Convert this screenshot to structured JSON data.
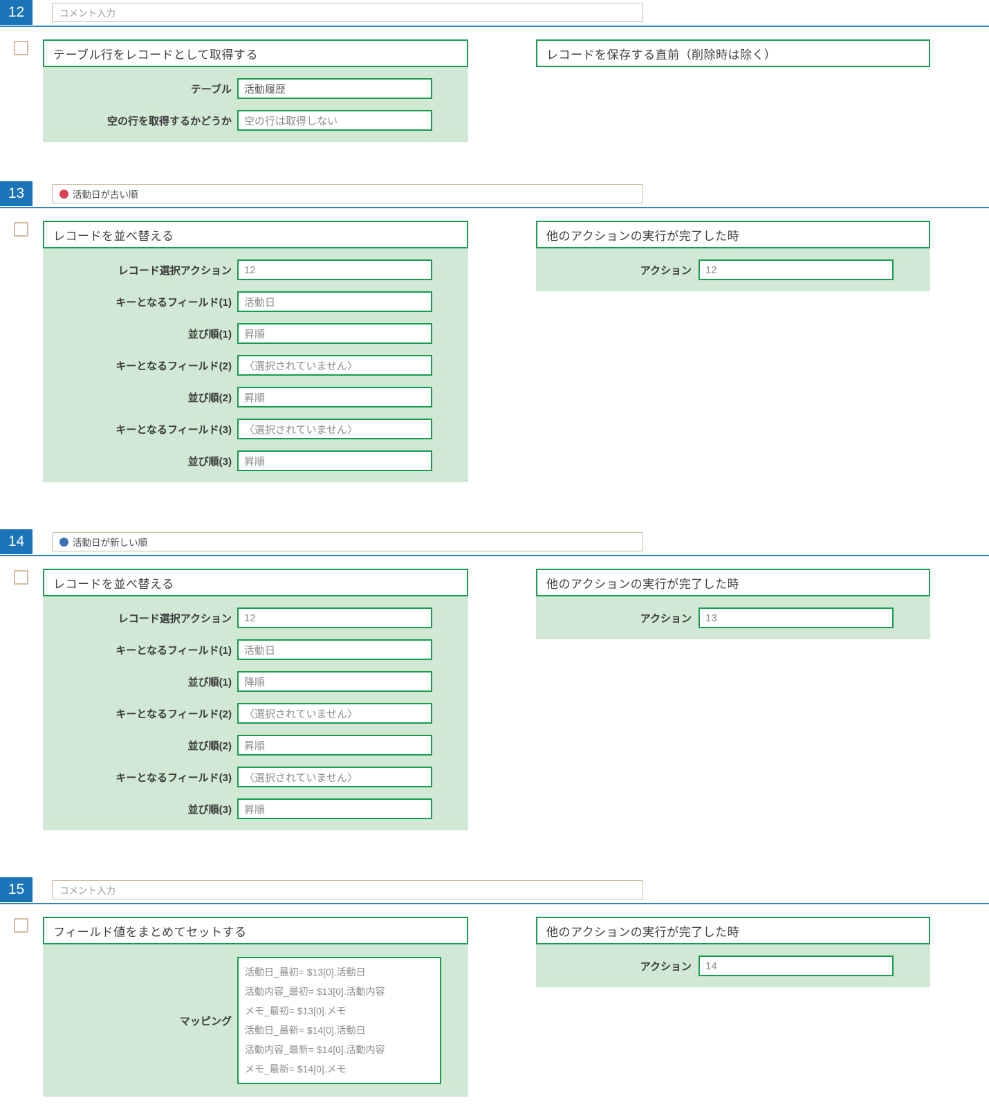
{
  "colors": {
    "badge_blue": "#1b74b8",
    "header_line_blue": "#2d84c2",
    "card_border_green": "#169b4f",
    "card_body_green": "#d0e8d4",
    "comment_border_tan": "#c9b69c",
    "checkbox_border_tan": "#d2bc9f",
    "comment_dot_red": "#d94056",
    "comment_dot_blue": "#3d6eb8"
  },
  "blocks": [
    {
      "number": "12",
      "comment_placeholder": "コメント入力",
      "action": {
        "title": "テーブル行をレコードとして取得する",
        "fields": [
          {
            "label": "テーブル",
            "value": "活動履歴"
          },
          {
            "label": "空の行を取得するかどうか",
            "value": "空の行は取得しない"
          }
        ]
      },
      "trigger": {
        "title": "レコードを保存する直前（削除時は除く）"
      }
    },
    {
      "number": "13",
      "comment": "活動日が古い順",
      "action": {
        "title": "レコードを並べ替える",
        "fields": [
          {
            "label": "レコード選択アクション",
            "value": "12"
          },
          {
            "label": "キーとなるフィールド(1)",
            "value": "活動日"
          },
          {
            "label": "並び順(1)",
            "value": "昇順"
          },
          {
            "label": "キーとなるフィールド(2)",
            "value": "〈選択されていません〉"
          },
          {
            "label": "並び順(2)",
            "value": "昇順"
          },
          {
            "label": "キーとなるフィールド(3)",
            "value": "〈選択されていません〉"
          },
          {
            "label": "並び順(3)",
            "value": "昇順"
          }
        ]
      },
      "trigger": {
        "title": "他のアクションの実行が完了した時",
        "fields": [
          {
            "label": "アクション",
            "value": "12"
          }
        ]
      }
    },
    {
      "number": "14",
      "comment": "活動日が新しい順",
      "action": {
        "title": "レコードを並べ替える",
        "fields": [
          {
            "label": "レコード選択アクション",
            "value": "12"
          },
          {
            "label": "キーとなるフィールド(1)",
            "value": "活動日"
          },
          {
            "label": "並び順(1)",
            "value": "降順"
          },
          {
            "label": "キーとなるフィールド(2)",
            "value": "〈選択されていません〉"
          },
          {
            "label": "並び順(2)",
            "value": "昇順"
          },
          {
            "label": "キーとなるフィールド(3)",
            "value": "〈選択されていません〉"
          },
          {
            "label": "並び順(3)",
            "value": "昇順"
          }
        ]
      },
      "trigger": {
        "title": "他のアクションの実行が完了した時",
        "fields": [
          {
            "label": "アクション",
            "value": "13"
          }
        ]
      }
    },
    {
      "number": "15",
      "comment_placeholder": "コメント入力",
      "action": {
        "title": "フィールド値をまとめてセットする",
        "mapping": {
          "label": "マッピング",
          "lines": [
            "活動日_最初= $13[0].活動日",
            "活動内容_最初= $13[0].活動内容",
            "メモ_最初= $13[0].メモ",
            "活動日_最新= $14[0].活動日",
            "活動内容_最新= $14[0].活動内容",
            "メモ_最新= $14[0].メモ"
          ]
        }
      },
      "trigger": {
        "title": "他のアクションの実行が完了した時",
        "fields": [
          {
            "label": "アクション",
            "value": "14"
          }
        ]
      }
    }
  ]
}
